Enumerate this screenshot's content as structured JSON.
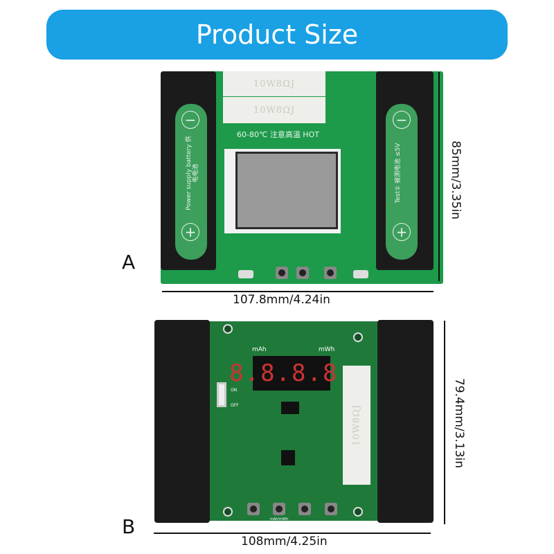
{
  "banner": {
    "title": "Product Size",
    "color": "#1aa0e4"
  },
  "board_a": {
    "label": "A",
    "width_label": "107.8mm/4.24in",
    "height_label": "85mm/3.35in",
    "resistor_text": "10W8ΩJ",
    "warning_text": "60-80℃ 注意高温 HOT",
    "left_cell_text": "Power supply battery 供电电池",
    "right_cell_text": "Test① 被测电池 ≤5V",
    "minus_symbol": "−",
    "plus_symbol": "+"
  },
  "board_b": {
    "label": "B",
    "width_label": "108mm/4.25in",
    "height_label": "79.4mm/3.13in",
    "display_text": "8.8.8.8.",
    "unit_left": "mAh",
    "unit_right": "mWh",
    "resistor_text": "10W8ΩJ",
    "switch_on": "ON",
    "switch_off": "OFF",
    "button_label": "mAh/mWh"
  }
}
